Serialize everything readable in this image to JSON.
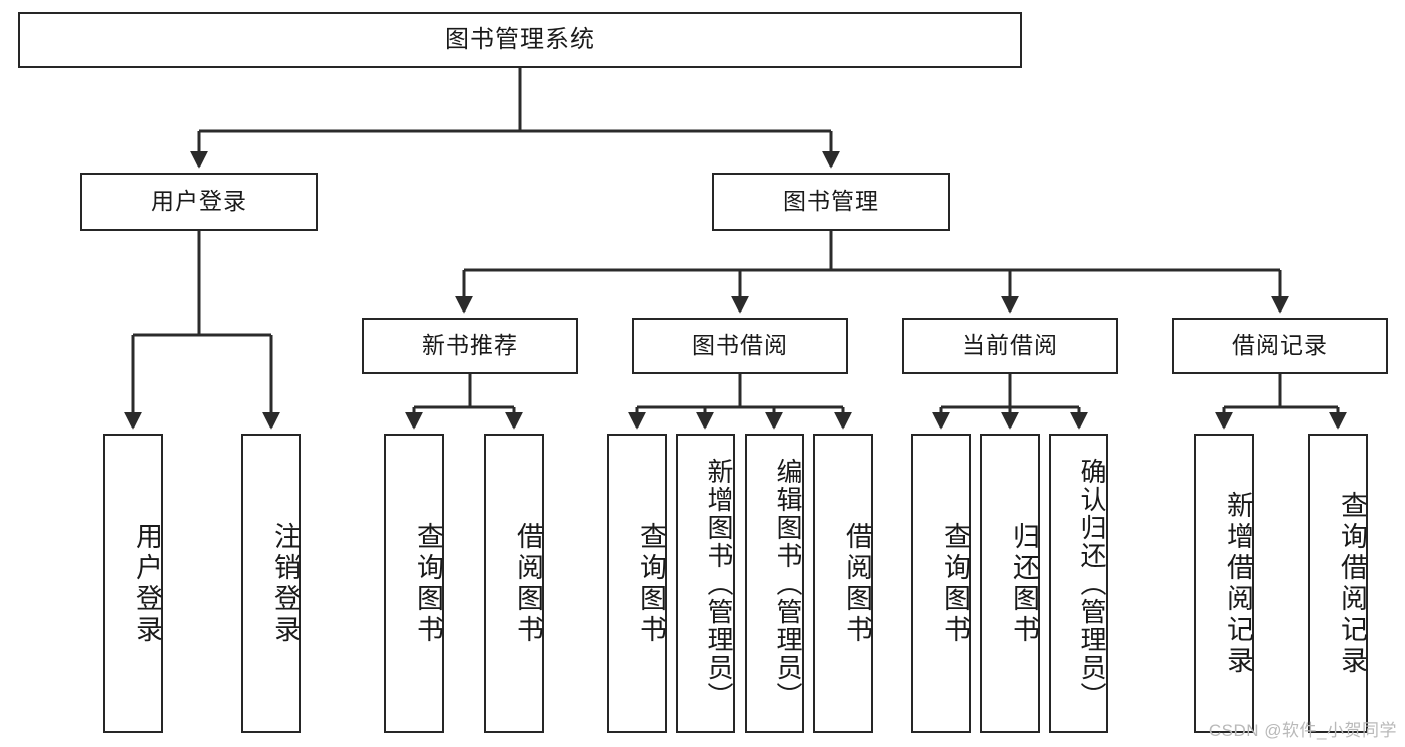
{
  "diagram": {
    "title": "图书管理系统",
    "type": "tree",
    "colors": {
      "box_border": "#262626",
      "box_fill": "#ffffff",
      "connector": "#2b2b2b",
      "text": "#1a1a1a",
      "watermark": "#b9b9b9"
    },
    "root": {
      "label": "图书管理系统"
    },
    "level2": [
      {
        "label": "用户登录"
      },
      {
        "label": "图书管理"
      }
    ],
    "level3": [
      {
        "label": "新书推荐"
      },
      {
        "label": "图书借阅"
      },
      {
        "label": "当前借阅"
      },
      {
        "label": "借阅记录"
      }
    ],
    "leaves": {
      "user_login": [
        {
          "label": "用户登录"
        },
        {
          "label": "注销登录"
        }
      ],
      "new_book_recommend": [
        {
          "label": "查询图书"
        },
        {
          "label": "借阅图书"
        }
      ],
      "book_borrow": [
        {
          "label": "查询图书"
        },
        {
          "label": "新增图书（管理员）"
        },
        {
          "label": "编辑图书（管理员）"
        },
        {
          "label": "借阅图书"
        }
      ],
      "current_borrow": [
        {
          "label": "查询图书"
        },
        {
          "label": "归还图书"
        },
        {
          "label": "确认归还（管理员）"
        }
      ],
      "borrow_record": [
        {
          "label": "新增借阅记录"
        },
        {
          "label": "查询借阅记录"
        }
      ]
    },
    "watermark": "CSDN @软件_小贺同学"
  }
}
